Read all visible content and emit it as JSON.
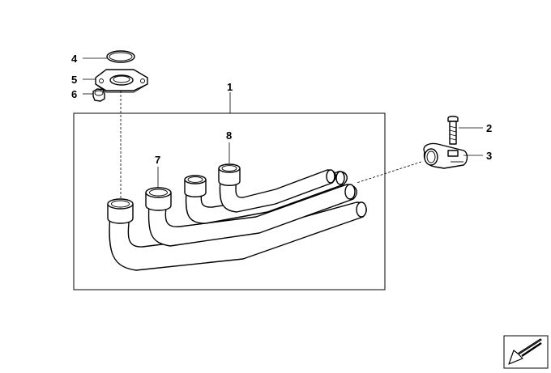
{
  "callouts": {
    "c1": "1",
    "c2": "2",
    "c3": "3",
    "c4": "4",
    "c5": "5",
    "c6": "6",
    "c7": "7",
    "c8": "8"
  },
  "icons": {
    "navigation": "arrow-down-left-icon"
  },
  "colors": {
    "line": "#000000",
    "background": "#ffffff"
  }
}
